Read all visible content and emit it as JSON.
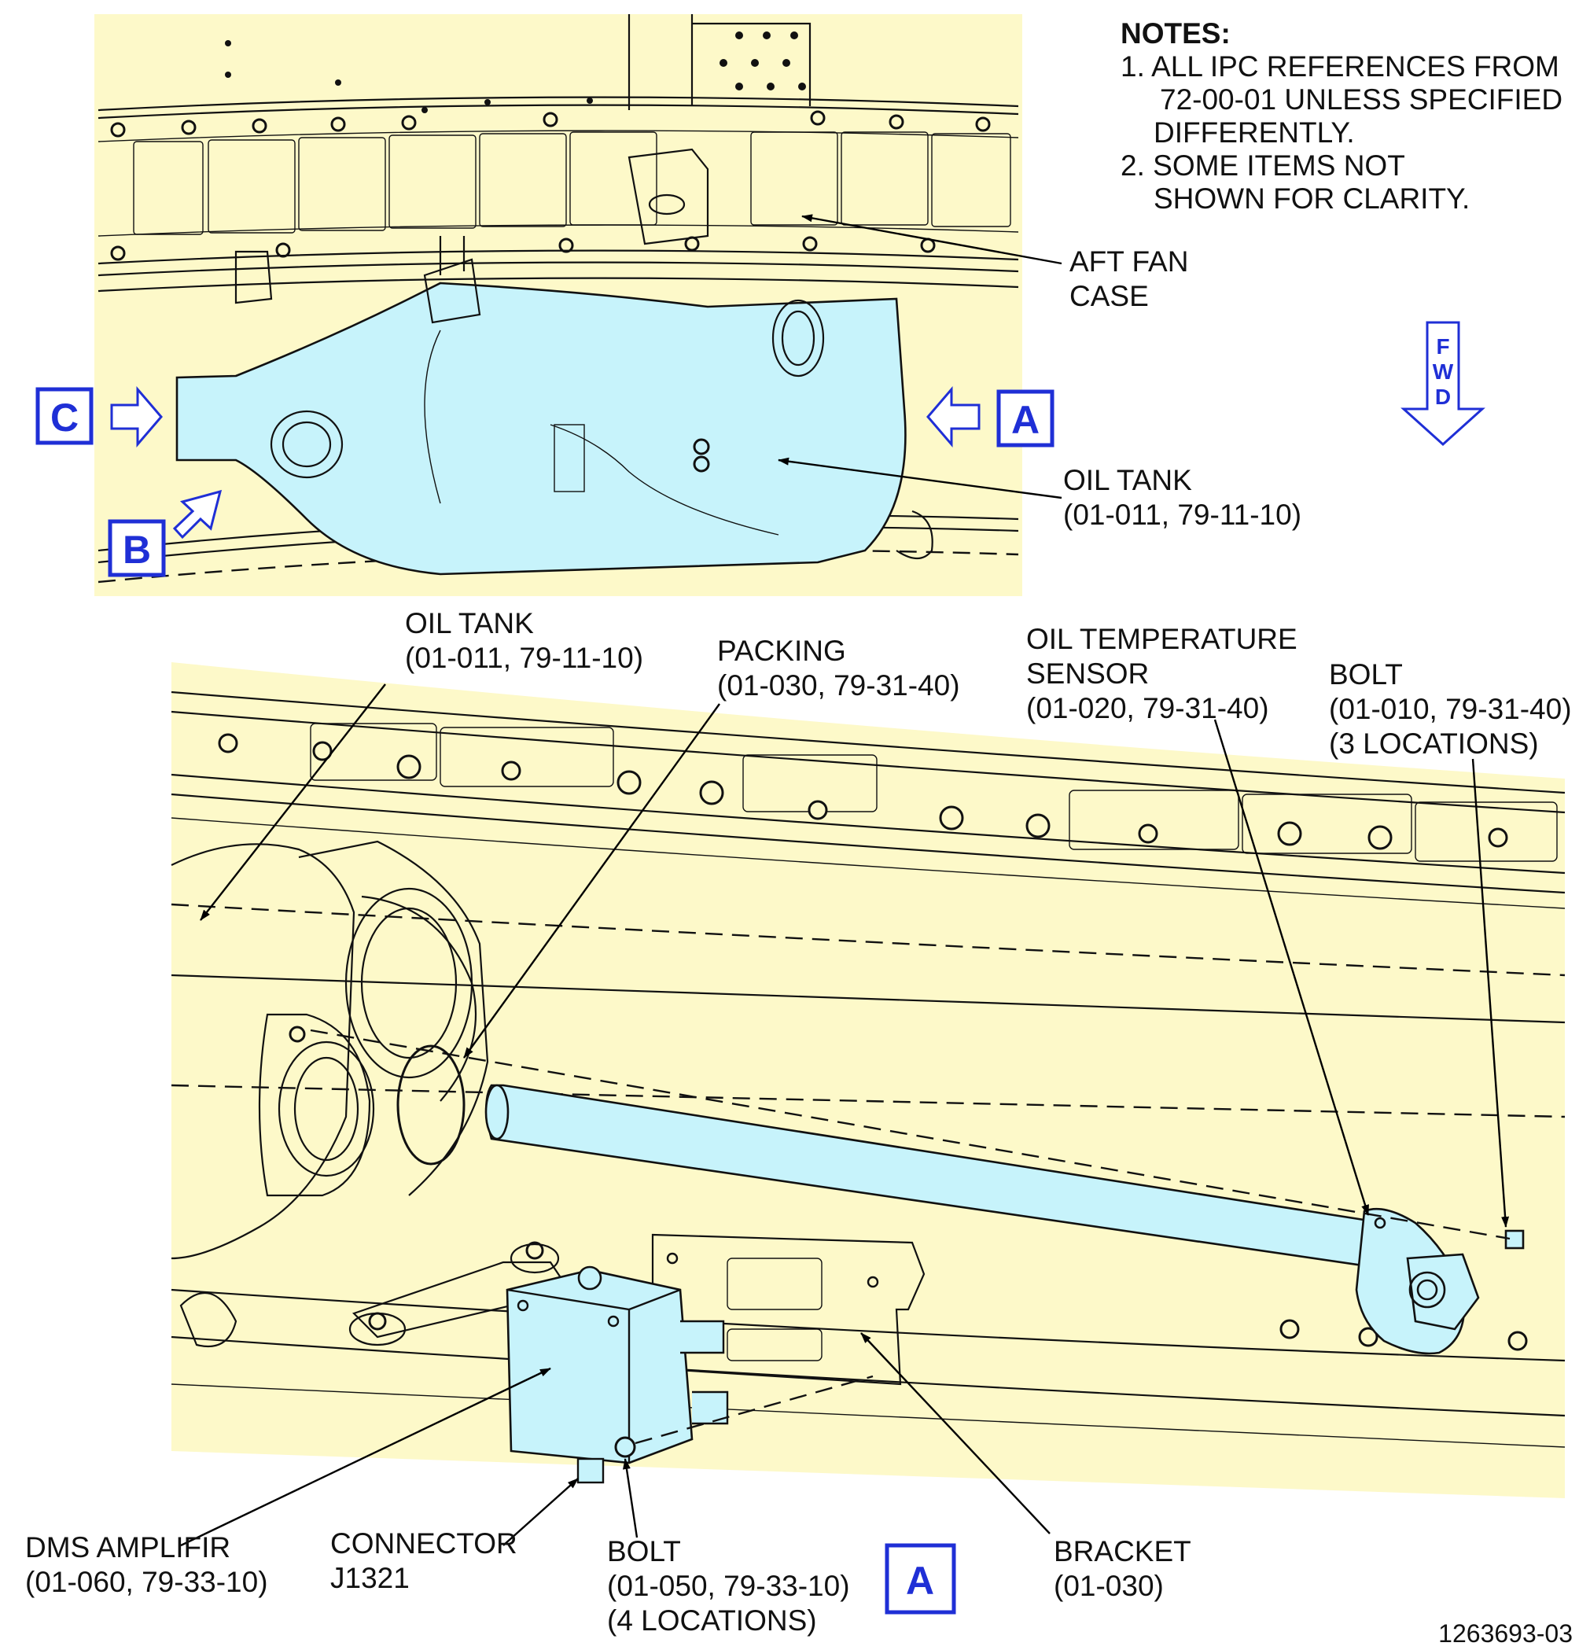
{
  "notes": {
    "title": "NOTES:",
    "lines": [
      "1. ALL IPC REFERENCES FROM",
      "72-00-01 UNLESS SPECIFIED",
      "DIFFERENTLY.",
      "2. SOME ITEMS NOT",
      "SHOWN FOR CLARITY."
    ]
  },
  "overview": {
    "aft_fan_case": [
      "AFT FAN",
      "CASE"
    ],
    "oil_tank": [
      "OIL TANK",
      "(01-011, 79-11-10)"
    ],
    "view_c": "C",
    "view_a": "A",
    "view_b": "B",
    "fwd_letters": [
      "F",
      "W",
      "D"
    ]
  },
  "detail": {
    "oil_tank": [
      "OIL TANK",
      "(01-011, 79-11-10)"
    ],
    "packing": [
      "PACKING",
      "(01-030, 79-31-40)"
    ],
    "sensor": [
      "OIL TEMPERATURE",
      "SENSOR",
      "(01-020, 79-31-40)"
    ],
    "bolt_sensor": [
      "BOLT",
      "(01-010, 79-31-40)",
      "(3 LOCATIONS)"
    ],
    "dms": [
      "DMS AMPLIFIR",
      "(01-060, 79-33-10)"
    ],
    "connector": [
      "CONNECTOR",
      "J1321"
    ],
    "bolt_dms": [
      "BOLT",
      "(01-050, 79-33-10)",
      "(4 LOCATIONS)"
    ],
    "bracket": [
      "BRACKET",
      "(01-030)"
    ],
    "view_label": "A"
  },
  "figure_number": "1263693-03",
  "colors": {
    "background_panel": "#fdf9c9",
    "highlight_part": "#c7f3fb",
    "view_letter": "#1f2fd6",
    "line": "#111111"
  }
}
